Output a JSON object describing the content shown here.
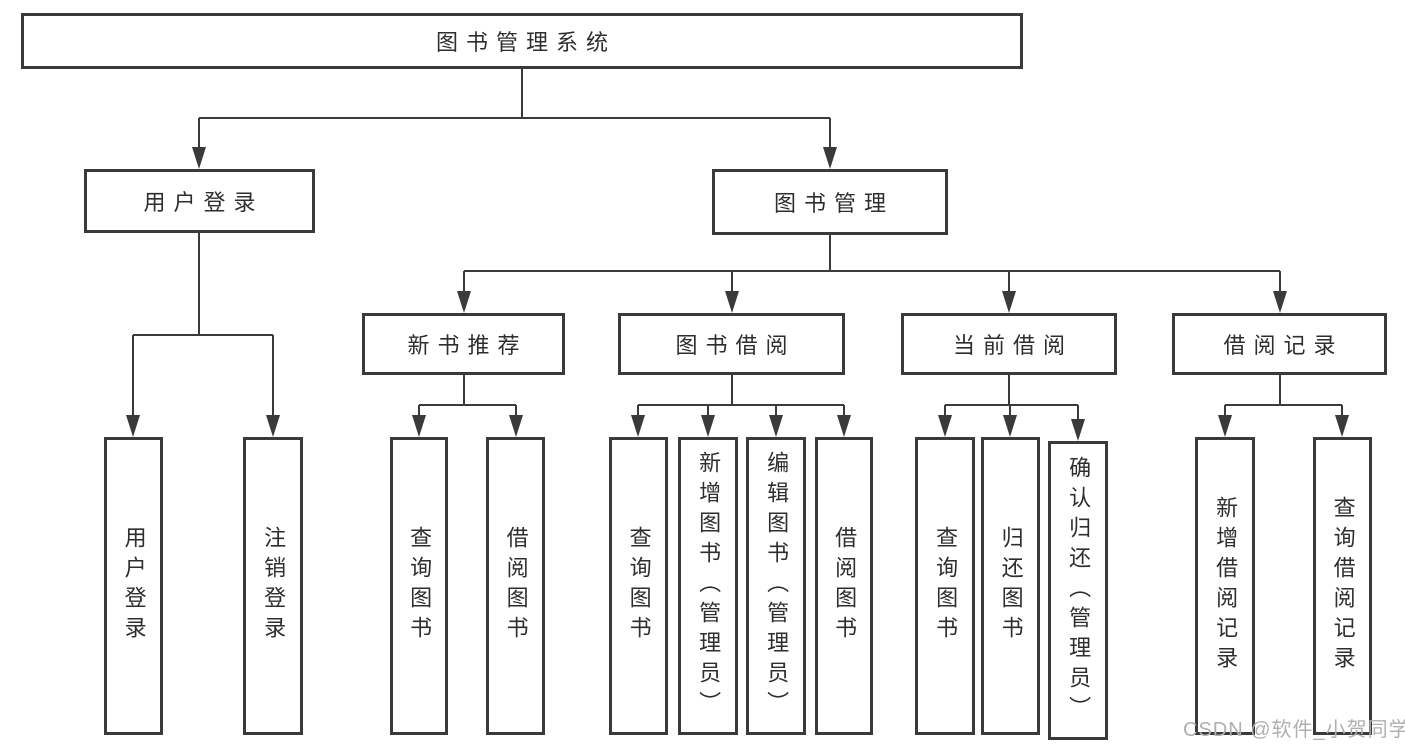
{
  "page": {
    "background": "#ffffff"
  },
  "diagram": {
    "type": "hierarchy-tree",
    "line_color": "#3a3a3a",
    "text_color": "#2e2e2e",
    "box_background": "#ffffff",
    "root": {
      "label": "图书管理系统",
      "children": [
        {
          "label": "用户登录",
          "children": [
            {
              "label": "用户登录"
            },
            {
              "label": "注销登录"
            }
          ]
        },
        {
          "label": "图书管理",
          "children": [
            {
              "label": "新书推荐",
              "children": [
                {
                  "label": "查询图书"
                },
                {
                  "label": "借阅图书"
                }
              ]
            },
            {
              "label": "图书借阅",
              "children": [
                {
                  "label": "查询图书"
                },
                {
                  "label": "新增图书（管理员）"
                },
                {
                  "label": "编辑图书（管理员）"
                },
                {
                  "label": "借阅图书"
                }
              ]
            },
            {
              "label": "当前借阅",
              "children": [
                {
                  "label": "查询图书"
                },
                {
                  "label": "归还图书"
                },
                {
                  "label": "确认归还（管理员）"
                }
              ]
            },
            {
              "label": "借阅记录",
              "children": [
                {
                  "label": "新增借阅记录"
                },
                {
                  "label": "查询借阅记录"
                }
              ]
            }
          ]
        }
      ]
    }
  },
  "watermark": {
    "text": "CSDN @软件_小贺同学",
    "color": "#b0b0b0"
  }
}
